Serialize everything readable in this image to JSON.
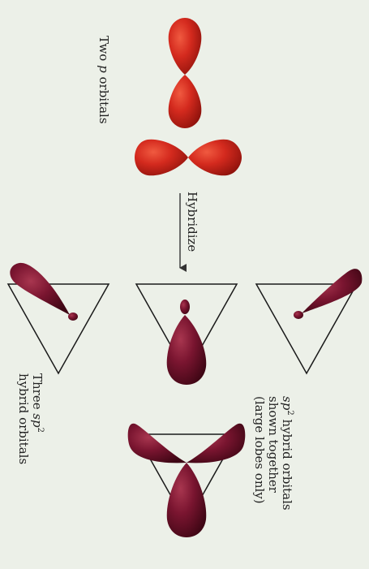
{
  "labels": {
    "two_p": {
      "pre": "Two ",
      "italic": "p",
      "post": " orbitals"
    },
    "hybridize": "Hybridize",
    "three_sp2": {
      "line1_pre": "Three ",
      "line1_italic": "sp",
      "line1_sup": "2",
      "line2": "hybrid orbitals"
    },
    "together": {
      "line1_italic": "sp",
      "line1_sup": "2",
      "line1_post": " hybrid orbitals",
      "line2": "shown together",
      "line3": "(large lobes only)"
    }
  },
  "colors": {
    "background": "#ECF0E8",
    "p_orbital": "#D42A1E",
    "p_orbital_dark": "#8E120C",
    "hybrid_orbital": "#7A1530",
    "hybrid_orbital_dark": "#3E0614",
    "triangle": "#1A1A1A",
    "arrow": "#333333"
  },
  "icons": [
    "p-orbital-vertical",
    "p-orbital-horizontal",
    "hybridize-arrow",
    "sp2-hybrid-orbital",
    "triangle-outline"
  ]
}
